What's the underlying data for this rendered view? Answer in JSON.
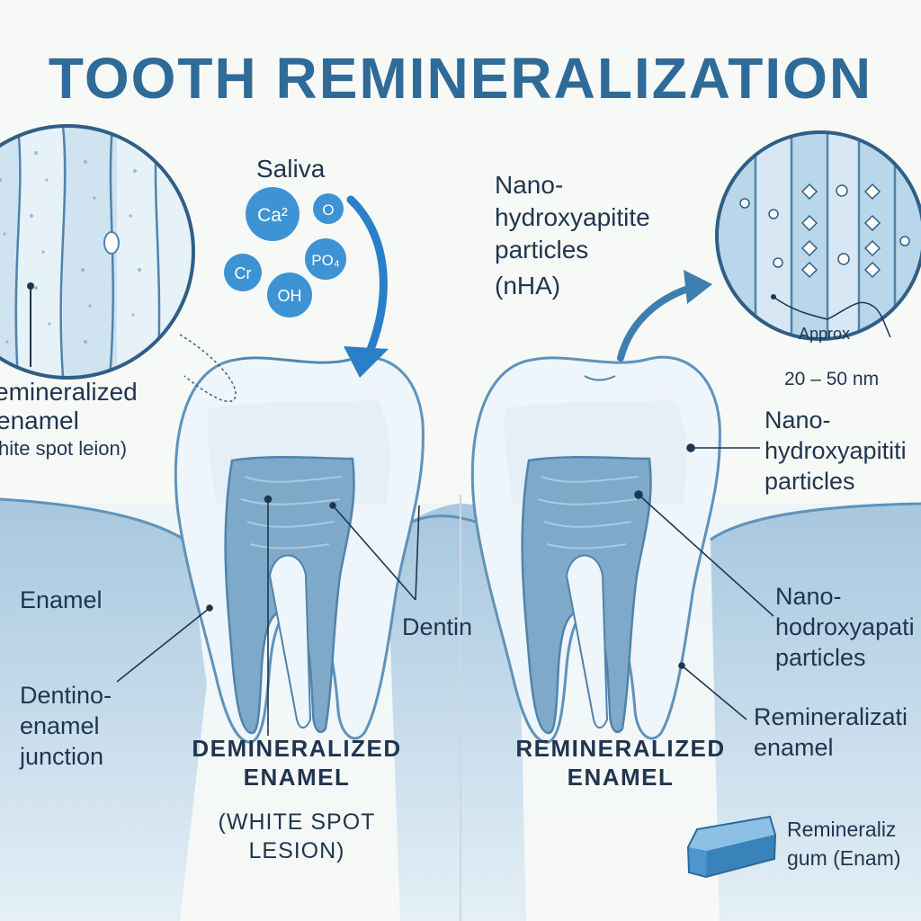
{
  "title": "TOOTH REMINERALIZATION",
  "colors": {
    "title": "#2f6b99",
    "accent_blue": "#2a7fc8",
    "ion_fill": "#3d93d4",
    "gum": "#a9c8e0",
    "dentin": "#7fa9c8",
    "text": "#1f3550"
  },
  "left_panel": {
    "saliva_label": "Saliva",
    "ions": [
      "Ca²",
      "O",
      "PO₄",
      "Cr",
      "OH"
    ],
    "callout_label_lines": [
      "emineralized",
      "enamel",
      "hite spot leion)"
    ],
    "enamel_label": "Enamel",
    "dej_label_lines": [
      "Dentino-",
      "enamel",
      "junction"
    ],
    "dentin_label": "Dentin",
    "caption_lines": [
      "DEMINERALIZED",
      "ENAMEL"
    ],
    "caption_paren_lines": [
      "(WHITE SPOT",
      "LESION)"
    ]
  },
  "right_panel": {
    "nha_label_lines": [
      "Nano-",
      "hydroxyapitite",
      "particles",
      "(nHA)"
    ],
    "zoom_approx": "Approx",
    "zoom_size": "20 – 50 nm",
    "label1_lines": [
      "Nano-",
      "hydroxyapititi",
      "particles"
    ],
    "label2_lines": [
      "Nano-",
      "hodroxyapati",
      "particles"
    ],
    "label3_lines": [
      "Remineralizati",
      "enamel"
    ],
    "caption_lines": [
      "REMINERALIZED",
      "ENAMEL"
    ],
    "gum_icon": "gum-block-icon",
    "gum_label_lines": [
      "Remineraliz",
      "gum (Enam)"
    ]
  }
}
